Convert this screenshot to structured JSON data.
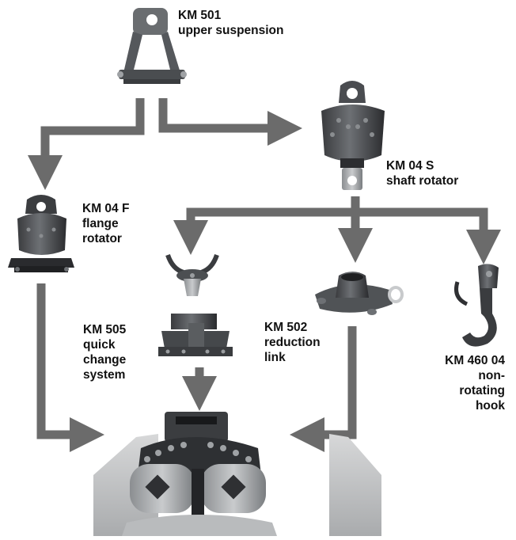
{
  "colors": {
    "arrow": "#6b6b6b",
    "part_dark": "#2f2f33",
    "part_mid": "#55585c",
    "part_light": "#8a8d90",
    "steel": "#b5b7ba",
    "text": "#111111"
  },
  "labels": {
    "km501": [
      "KM 501",
      "upper suspension"
    ],
    "km04s": [
      "KM 04 S",
      "shaft rotator"
    ],
    "km04f": [
      "KM 04 F",
      "flange",
      "rotator"
    ],
    "km505": [
      "KM 505",
      "quick",
      "change",
      "system"
    ],
    "km502": [
      "KM 502",
      "reduction",
      "link"
    ],
    "km46004": [
      "KM 460 04",
      "non-",
      "rotating",
      "hook"
    ]
  },
  "parts": [
    {
      "name": "upper-suspension-image",
      "icon": "suspension-bracket"
    },
    {
      "name": "shaft-rotator-image",
      "icon": "shaft-rotator"
    },
    {
      "name": "flange-rotator-image",
      "icon": "flange-rotator"
    },
    {
      "name": "quick-change-system-image",
      "icon": "quick-coupler"
    },
    {
      "name": "reduction-link-image",
      "icon": "reduction-link"
    },
    {
      "name": "non-rotating-hook-image",
      "icon": "hook"
    },
    {
      "name": "grapple-head-image",
      "icon": "grapple"
    }
  ]
}
